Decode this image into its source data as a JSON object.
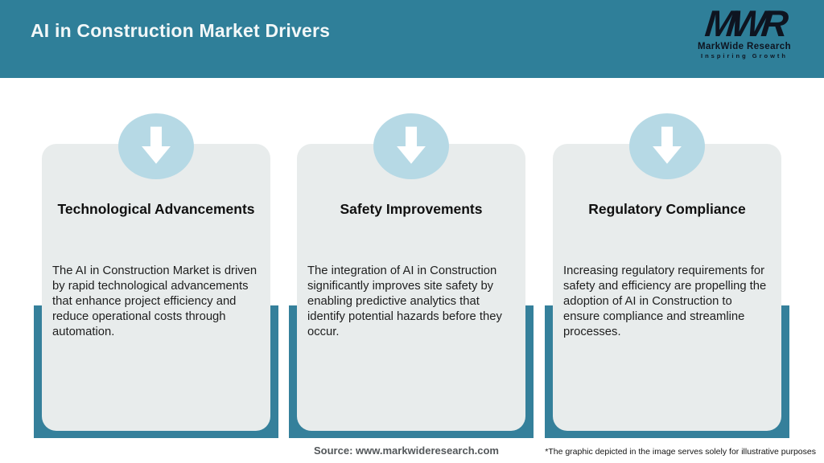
{
  "page": {
    "title": "AI in Construction Market Drivers",
    "source": "Source: www.markwideresearch.com",
    "disclaimer": "*The graphic depicted in the image serves solely for illustrative purposes"
  },
  "logo": {
    "monogram": "MWR",
    "name": "MarkWide Research",
    "tagline": "Inspiring Growth"
  },
  "cards": [
    {
      "icon": "down-arrow-icon",
      "title": "Technological Advancements",
      "body": "The AI in Construction Market is driven by rapid technological advancements that enhance project efficiency and reduce operational costs through automation."
    },
    {
      "icon": "down-arrow-icon",
      "title": "Safety Improvements",
      "body": "The integration of AI in Construction significantly improves site safety by enabling predictive analytics that identify potential hazards before they occur."
    },
    {
      "icon": "down-arrow-icon",
      "title": "Regulatory Compliance",
      "body": "Increasing regulatory requirements for safety and efficiency are propelling the adoption of AI in Construction to ensure compliance and streamline processes."
    }
  ],
  "colors": {
    "header_teal": "#2F7F99",
    "band_teal": "#35809B",
    "circle_blue": "#B6D9E5",
    "card_gray": "#E8ECEC",
    "arrow_white": "#FFFFFF",
    "title_text": "#F2F7F8",
    "logo_black": "#0E1420"
  }
}
